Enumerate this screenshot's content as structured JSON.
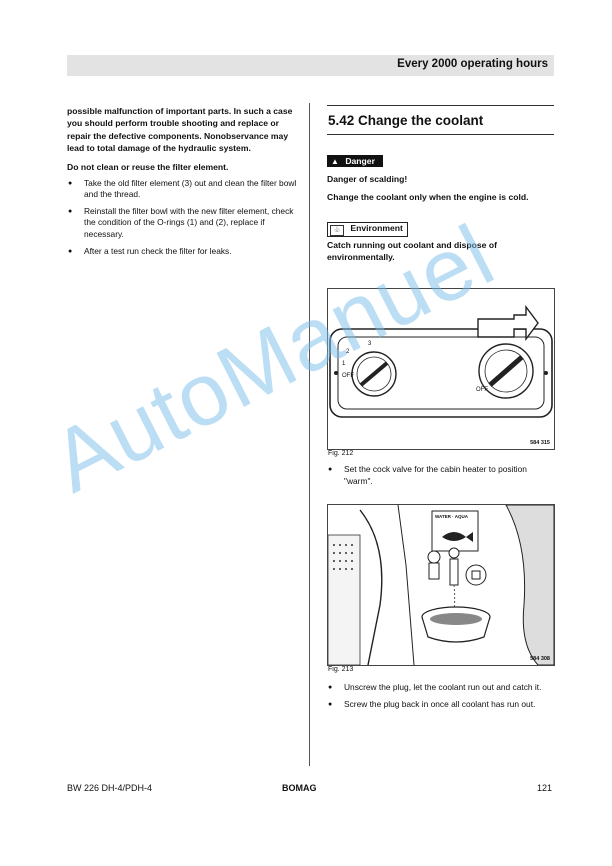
{
  "header": {
    "title": "Every 2000 operating hours"
  },
  "left": {
    "intro": "possible malfunction of important parts. In such a case you should perform trouble shooting and replace or repair the defective components. Nonobservance may lead to total damage of the hydraulic system.",
    "subheading": "Do not clean or reuse the filter element.",
    "bullets": [
      "Take the old filter element (3) out and clean the filter bowl and the thread.",
      "Reinstall the filter bowl with the new filter element, check the condition of the O-rings (1) and (2), replace if necessary.",
      "After a test run check the filter for leaks."
    ]
  },
  "section": {
    "number": "5.42",
    "title": "Change the coolant",
    "danger_label": "Danger",
    "danger_heading": "Danger of scalding!",
    "danger_text": "Change the coolant only when the engine is cold.",
    "env_label": "Environment",
    "env_text": "Catch running out coolant and dispose of environmentally."
  },
  "fig212": {
    "label": "Fig. 212",
    "code": "584 315",
    "dial_left_marks": [
      "3",
      "2",
      "1",
      "OFF"
    ],
    "dial_right_mark": "OFF",
    "bullet": "Set the cock valve for the cabin heater to position \"warm\"."
  },
  "fig213": {
    "label": "Fig. 213",
    "code": "584 308",
    "sign_text": "WATER · AQUA",
    "bullets": [
      "Unscrew the plug, let the coolant run out and catch it.",
      "Screw the plug back in once all coolant has run out."
    ]
  },
  "footer": {
    "model": "BW 226 DH-4/PDH-4",
    "brand": "BOMAG",
    "page": "121"
  },
  "watermark": "AutoManuel"
}
